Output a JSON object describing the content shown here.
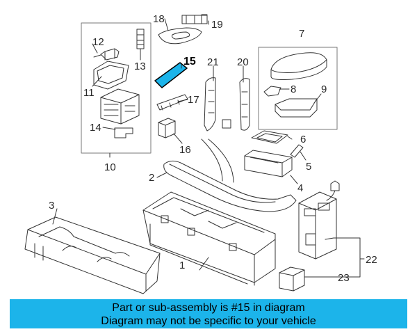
{
  "callouts": {
    "c1": "1",
    "c2": "2",
    "c3": "3",
    "c4": "4",
    "c5": "5",
    "c6": "6",
    "c7": "7",
    "c8": "8",
    "c9": "9",
    "c10": "10",
    "c11": "11",
    "c12": "12",
    "c13": "13",
    "c14": "14",
    "c15": "15",
    "c16": "16",
    "c17": "17",
    "c18": "18",
    "c19": "19",
    "c20": "20",
    "c21": "21",
    "c22": "22",
    "c23": "23"
  },
  "banner": {
    "line1": "Part or sub-assembly is #15 in diagram",
    "line2": "Diagram may not be specific to your vehicle"
  },
  "colors": {
    "banner_bg": "#1cb4ea",
    "highlight_part": "#1cb4ea",
    "line": "#333333"
  }
}
